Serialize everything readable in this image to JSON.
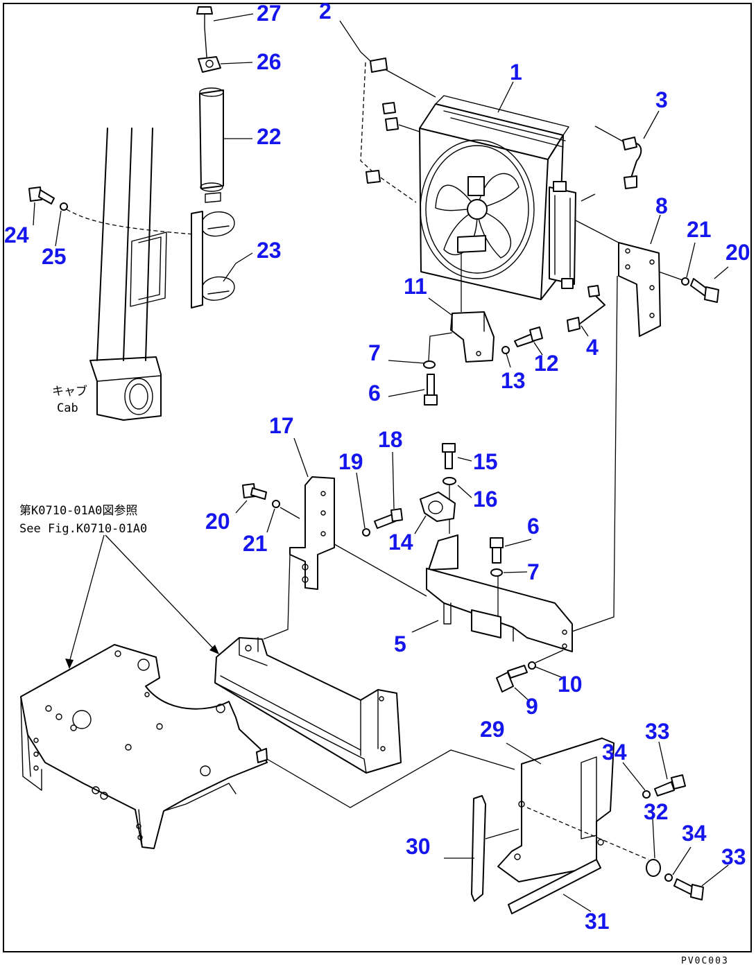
{
  "callouts": {
    "c1": "1",
    "c2": "2",
    "c3": "3",
    "c4": "4",
    "c5": "5",
    "c6a": "6",
    "c6b": "6",
    "c7a": "7",
    "c7b": "7",
    "c8": "8",
    "c9": "9",
    "c10": "10",
    "c11": "11",
    "c12": "12",
    "c13": "13",
    "c14": "14",
    "c15": "15",
    "c16": "16",
    "c17": "17",
    "c18": "18",
    "c19": "19",
    "c20a": "20",
    "c20b": "20",
    "c21a": "21",
    "c21b": "21",
    "c22": "22",
    "c23": "23",
    "c24": "24",
    "c25": "25",
    "c26": "26",
    "c27": "27",
    "c29": "29",
    "c30": "30",
    "c31": "31",
    "c32": "32",
    "c33a": "33",
    "c33b": "33",
    "c34a": "34",
    "c34b": "34"
  },
  "notes": {
    "cab_jp": "キャブ",
    "cab_en": "Cab",
    "ref_jp": "第K0710-01A0図参照",
    "ref_en": "See Fig.K0710-01A0"
  },
  "drawing_code": "PV0C003",
  "colors": {
    "callout": "#1515ee",
    "line": "#000000",
    "background": "#ffffff"
  }
}
